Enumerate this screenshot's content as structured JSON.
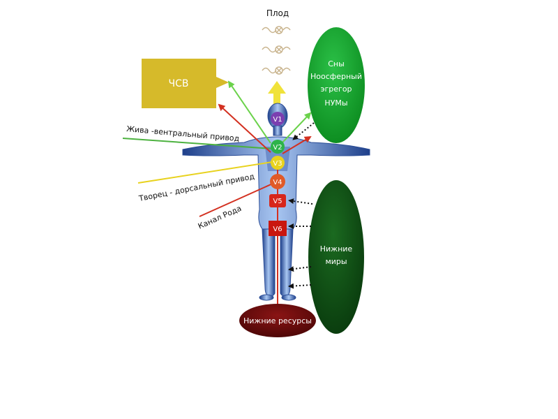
{
  "fruit": {
    "label": "Плод",
    "symbol_count": 3
  },
  "chsv_box": {
    "label": "ЧСВ",
    "color": "#D6BA2A"
  },
  "dreams_ellipse": {
    "lines": [
      "Сны",
      "Ноосферный",
      "эгрегор",
      "НУМы"
    ],
    "color": "#12A028"
  },
  "lower_worlds_ellipse": {
    "lines": [
      "Нижние",
      "миры"
    ],
    "color": "#0E4E12"
  },
  "lower_resources": {
    "label": "Нижние ресурсы",
    "color": "#5E0A0A"
  },
  "chakras": [
    {
      "label": "V1",
      "color": "#7B3FB0"
    },
    {
      "label": "V2",
      "color": "#2DB34A"
    },
    {
      "label": "V3",
      "color": "#E8D21E"
    },
    {
      "label": "V4",
      "color": "#E05A28"
    },
    {
      "label": "V5",
      "color": "#D7261B"
    },
    {
      "label": "V6",
      "color": "#C9170F"
    }
  ],
  "channels": [
    {
      "label": "Жива -вентральный привод",
      "color": "#4DB240"
    },
    {
      "label": "Творец - дорсальный привод",
      "color": "#E8D21E"
    },
    {
      "label": "Канал Рода",
      "color": "#D33020"
    }
  ]
}
